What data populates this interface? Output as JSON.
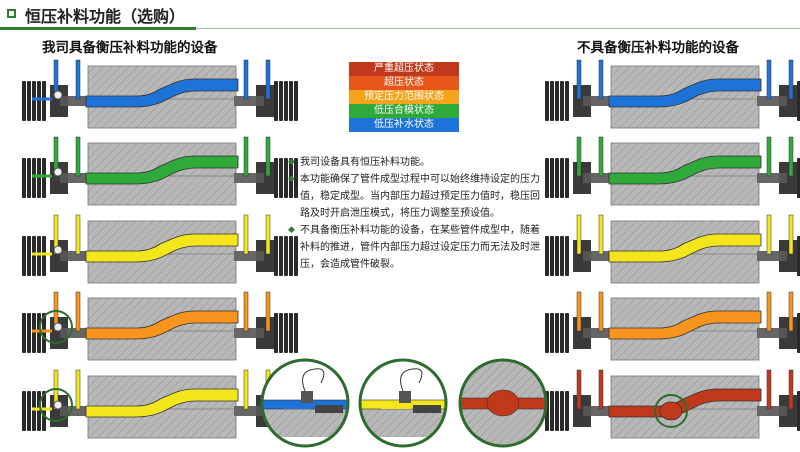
{
  "header": {
    "title": "恒压补料功能（选购）"
  },
  "left_heading": "我司具备衡压补料功能的设备",
  "right_heading": "不具备衡压补料功能的设备",
  "legend": [
    {
      "label": "严重超压状态",
      "color": "#c0391b"
    },
    {
      "label": "超压状态",
      "color": "#e8561c"
    },
    {
      "label": "预定压力范围状态",
      "color": "#f7a21b"
    },
    {
      "label": "低压合模状态",
      "color": "#2faa3a"
    },
    {
      "label": "低压补水状态",
      "color": "#1e73d8"
    }
  ],
  "notes": [
    "我司设备具有恒压补料功能。",
    "本功能确保了管件成型过程中可以始终维持设定的压力值，稳定成型。当内部压力超过预定压力值时，稳压回路及时开启泄压模式，将压力调整至预设值。",
    "不具备衡压补料功能的设备，在某些管件成型中，随着补料的推进，管件内部压力超过设定压力而无法及时泄压，会造成管件破裂。"
  ],
  "left_stages": [
    {
      "color": "#1e73d8",
      "circled": false
    },
    {
      "color": "#2faa3a",
      "circled": false
    },
    {
      "color": "#f3e61c",
      "circled": false
    },
    {
      "color": "#f7941d",
      "circled": true
    },
    {
      "color": "#f3e61c",
      "circled": true
    }
  ],
  "right_stages": [
    {
      "color": "#1e73d8",
      "circled": false,
      "burst": false
    },
    {
      "color": "#2faa3a",
      "circled": false,
      "burst": false
    },
    {
      "color": "#f3e61c",
      "circled": false,
      "burst": false
    },
    {
      "color": "#f7941d",
      "circled": false,
      "burst": false
    },
    {
      "color": "#c0391b",
      "circled": true,
      "burst": true
    }
  ],
  "zoom_details": [
    {
      "fluid": "#1e73d8",
      "type": "valve"
    },
    {
      "fluid": "#f3e61c",
      "type": "valve"
    },
    {
      "fluid": "#c0391b",
      "type": "burst"
    }
  ]
}
